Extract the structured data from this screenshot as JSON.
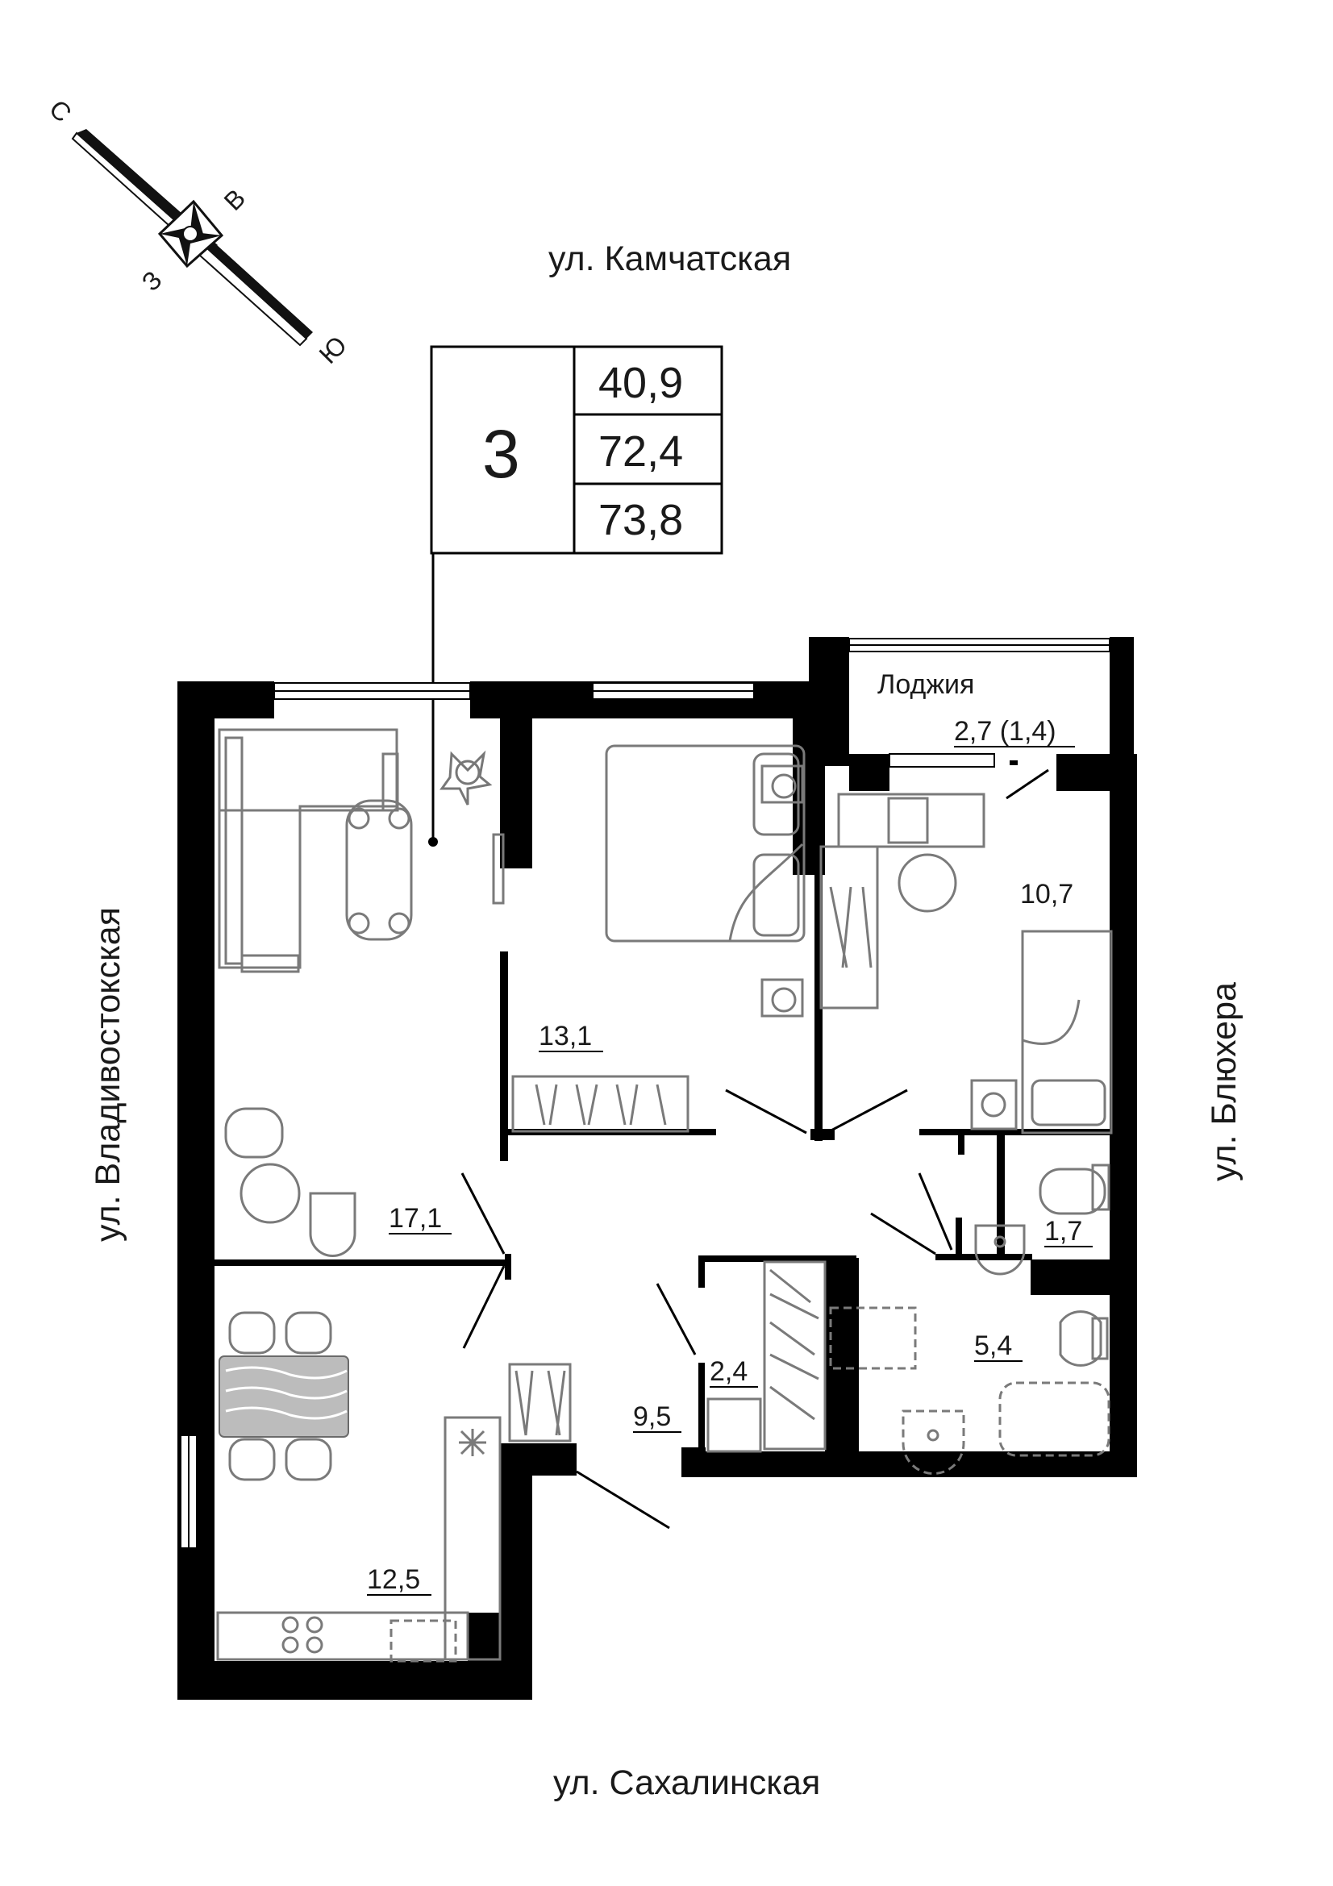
{
  "streets": {
    "north": "ул. Камчатская",
    "south": "ул. Сахалинская",
    "west": "ул. Владивостокская",
    "east": "ул. Блюхера"
  },
  "compass": {
    "north": "С",
    "east": "В",
    "south": "Ю",
    "west": "З"
  },
  "summary": {
    "rooms": "3",
    "living_area": "40,9",
    "total_area": "72,4",
    "total_with_loggia": "73,8"
  },
  "rooms": {
    "living_room": "17,1",
    "bedroom_1": "13,1",
    "bedroom_2": "10,7",
    "kitchen": "12,5",
    "hall": "9,5",
    "wardrobe": "2,4",
    "wc": "1,7",
    "bathroom": "5,4",
    "loggia_label": "Лоджия",
    "loggia_area": "2,7 (1,4)"
  }
}
